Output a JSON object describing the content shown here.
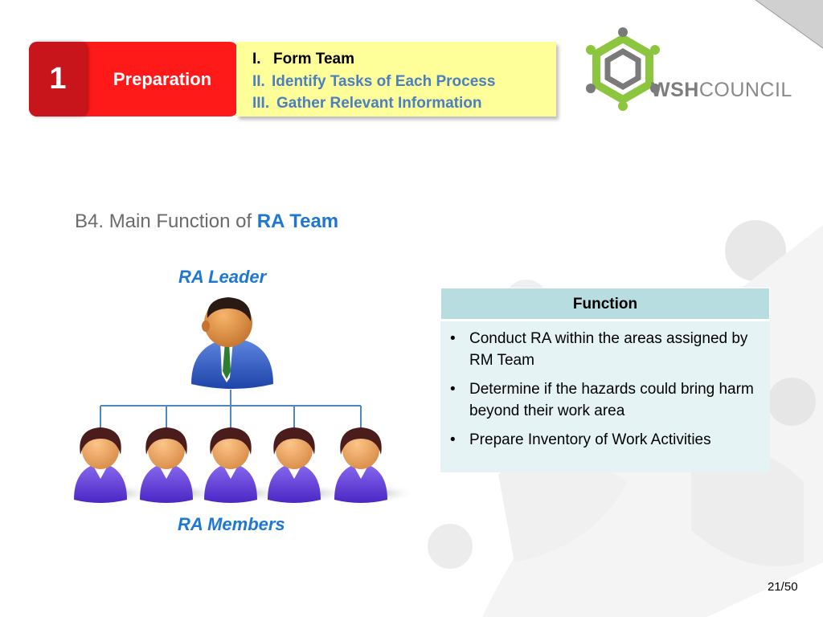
{
  "header": {
    "step_number": "1",
    "step_label": "Preparation",
    "steps": [
      {
        "prefix": "I.",
        "label": "Form Team",
        "active": true
      },
      {
        "prefix": "II.",
        "label": "Identify Tasks of Each Process",
        "active": false
      },
      {
        "prefix": "III.",
        "label": "Gather Relevant Information",
        "active": false
      }
    ],
    "colors": {
      "badge_red": "#ff1a1a",
      "badge_dark_red": "#c8151b",
      "steps_bg": "#ffff99",
      "inactive_text": "#4a7fc0"
    }
  },
  "logo": {
    "bold": "WSH",
    "regular": "COUNCIL",
    "colors": {
      "green": "#8cc63f",
      "gray": "#8a8a8a"
    }
  },
  "heading": {
    "prefix": "B4. Main Function of ",
    "highlight": "RA Team"
  },
  "org_chart": {
    "leader_label": "RA Leader",
    "members_label": "RA Members",
    "member_count": 5,
    "icons": {
      "leader": "businessman-icon",
      "member": "businesswoman-icon"
    }
  },
  "function_table": {
    "header": "Function",
    "items": [
      "Conduct RA within the areas assigned by RM Team",
      "Determine if the hazards could bring harm beyond their work area",
      "Prepare Inventory of Work Activities"
    ]
  },
  "page": {
    "number": "21/50"
  }
}
